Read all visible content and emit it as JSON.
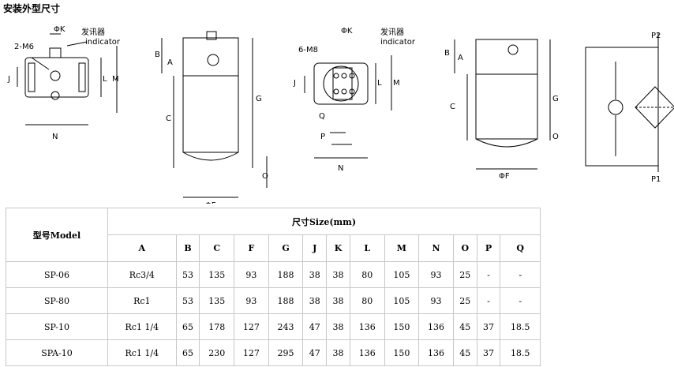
{
  "page_title": "安装外型尺寸",
  "drawing_labels": {
    "m6": "2-M6",
    "m8": "6-M8",
    "phik": "ΦK",
    "signal_cn": "发讯器",
    "indicator": "indicator",
    "a": "A",
    "b": "B",
    "c": "C",
    "g": "G",
    "j": "J",
    "l": "L",
    "m": "M",
    "n": "N",
    "o": "O",
    "p": "P",
    "q": "Q",
    "phif": "ΦF",
    "p1": "P1",
    "p2": "P2"
  },
  "table": {
    "model_header": "型号Model",
    "size_header": "尺寸Size(mm)",
    "columns": [
      "A",
      "B",
      "C",
      "F",
      "G",
      "J",
      "K",
      "L",
      "M",
      "N",
      "O",
      "P",
      "Q"
    ],
    "rows": [
      {
        "model": "SP-06",
        "values": [
          "Rc3/4",
          "53",
          "135",
          "93",
          "188",
          "38",
          "38",
          "80",
          "105",
          "93",
          "25",
          "-",
          "-"
        ]
      },
      {
        "model": "SP-80",
        "values": [
          "Rc1",
          "53",
          "135",
          "93",
          "188",
          "38",
          "38",
          "80",
          "105",
          "93",
          "25",
          "-",
          "-"
        ]
      },
      {
        "model": "SP-10",
        "values": [
          "Rc1 1/4",
          "65",
          "178",
          "127",
          "243",
          "47",
          "38",
          "136",
          "150",
          "136",
          "45",
          "37",
          "18.5"
        ]
      },
      {
        "model": "SPA-10",
        "values": [
          "Rc1 1/4",
          "65",
          "230",
          "127",
          "295",
          "47",
          "38",
          "136",
          "150",
          "136",
          "45",
          "37",
          "18.5"
        ]
      }
    ]
  }
}
